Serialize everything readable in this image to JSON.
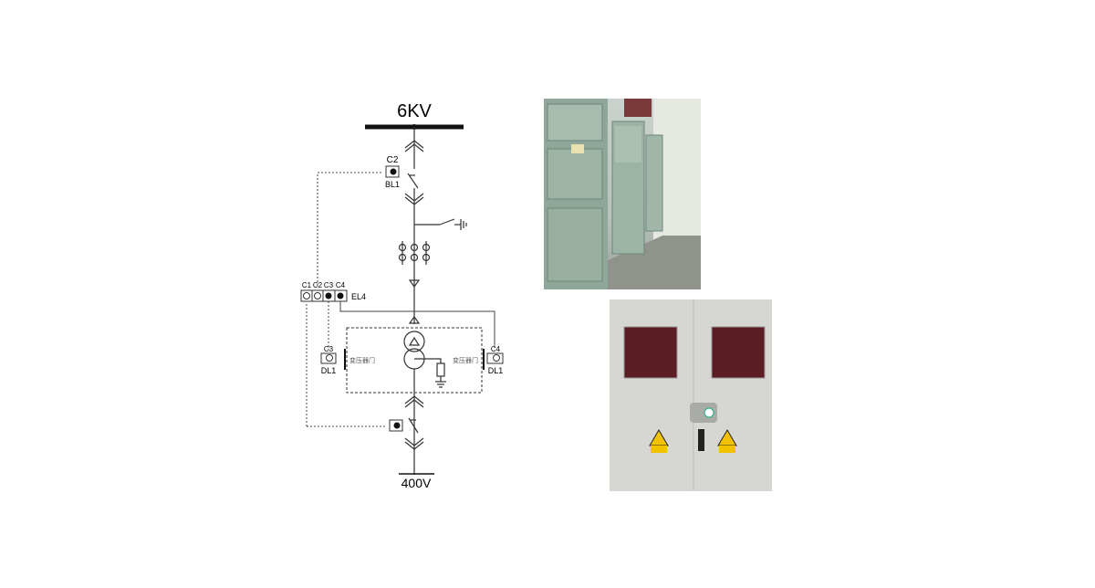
{
  "diagram": {
    "bus_top_label": "6KV",
    "bus_bottom_label": "400V",
    "lock_top": {
      "code": "C2",
      "name": "BL1"
    },
    "key_box": {
      "codes": [
        "C1",
        "C2",
        "C3",
        "C4"
      ],
      "name": "EL4"
    },
    "lock_left": {
      "code": "C3",
      "name": "DL1",
      "door_label": "变压器门"
    },
    "lock_right": {
      "code": "C4",
      "name": "DL1",
      "door_label": "变压器门"
    }
  },
  "photos": {
    "corridor": "switchgear-corridor-photo",
    "door": "transformer-door-photo"
  },
  "colors": {
    "line": "#111111",
    "door_panel": "#d6d7d3",
    "warning": "#f2c200"
  }
}
